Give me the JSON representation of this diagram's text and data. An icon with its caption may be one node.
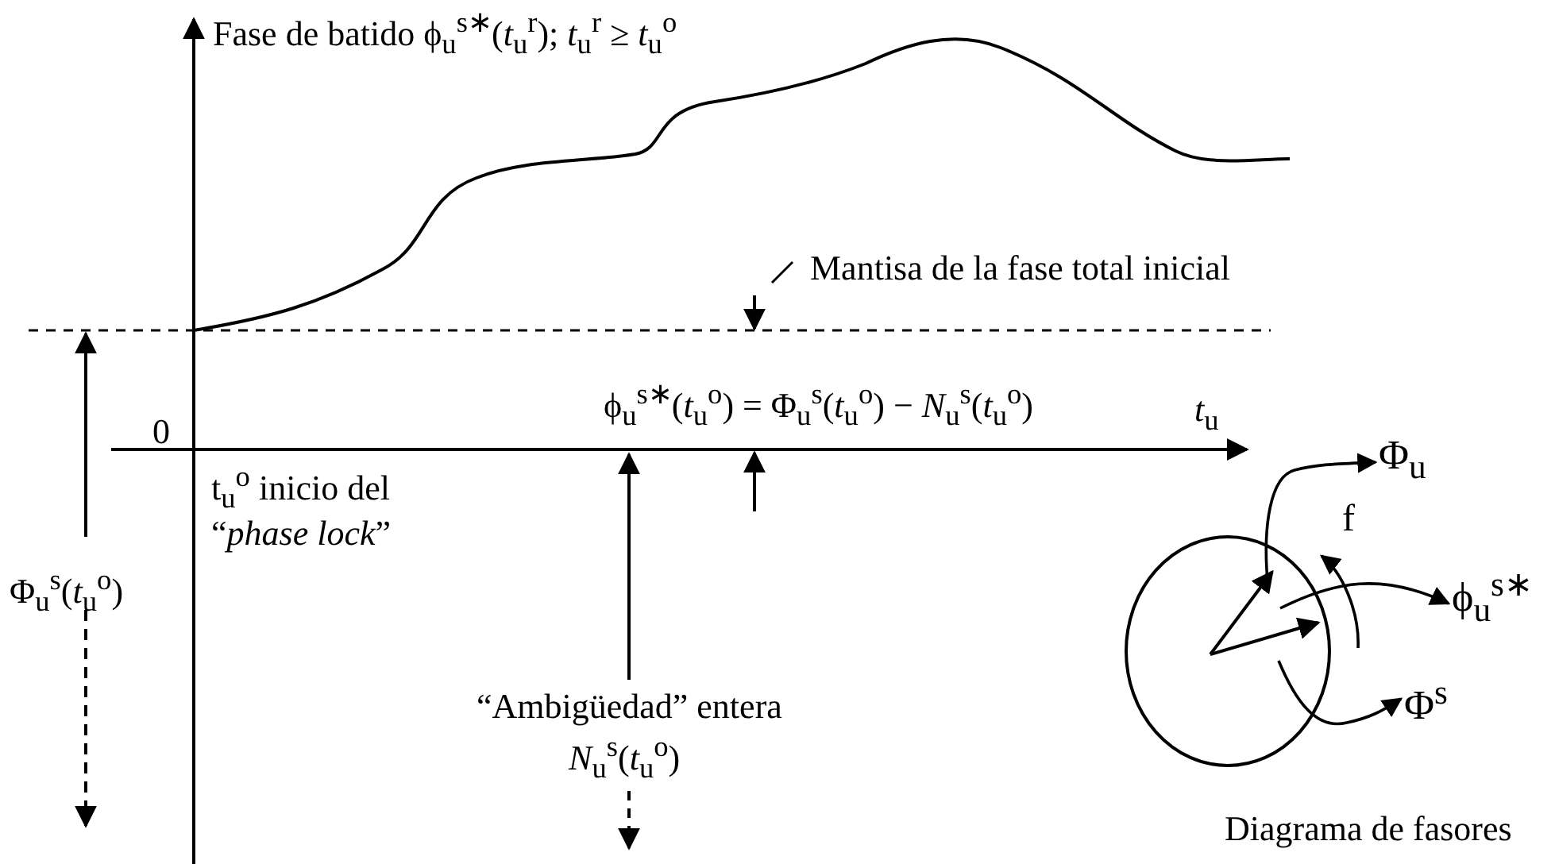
{
  "diagram": {
    "nodes": [
      {
        "text": [
          "Φ$_{u}$"
        ]
      },
      {
        "text": [
          "ϕ$_{u}$$^{s∗}$"
        ]
      },
      {
        "text": [
          "Φ$^{s}$"
        ]
      },
      {
        "text": [],
        "shape": "arrow"
      },
      {
        "text": [],
        "shape": "arrow"
      },
      {
        "text": [
          "Mantisa de la fase total inicial"
        ]
      }
    ],
    "edges": [
      {
        "from": 3,
        "to": 0,
        "arrow": "to"
      },
      {
        "from": 4,
        "to": 1,
        "arrow": "to"
      },
      {
        "from": 4,
        "to": 2,
        "arrow": "to"
      },
      {
        "from": 5,
        "to": null,
        "arrow": "none"
      }
    ],
    "labels": [
      "Fase de batido  ϕ$_{u}$$^{s∗}$(*t*$_{u}$$^{r}$);   *t*$_{u}$$^{r}$ ≥ *t*$_{u}$$^{o}$",
      "ϕ$_{u}$$^{s∗}$(*t*$_{u}$$^{o}$) = Φ$_{u}$$^{s}$(*t*$_{u}$$^{o}$) − *N*$_{u}$$^{s}$(*t*$_{u}$$^{o}$)",
      "*t*$_{u}$",
      "0",
      "t$_{u}$$^{o}$ inicio del “*phase lock*”",
      "Φ$_{u}$$^{s}$(*t*$_{u}$$^{o}$)",
      "“Ambigüedad” entera",
      "*N*$_{u}$$^{s}$(*t*$_{u}$$^{o}$)",
      "f",
      "Diagrama de fasores"
    ]
  }
}
